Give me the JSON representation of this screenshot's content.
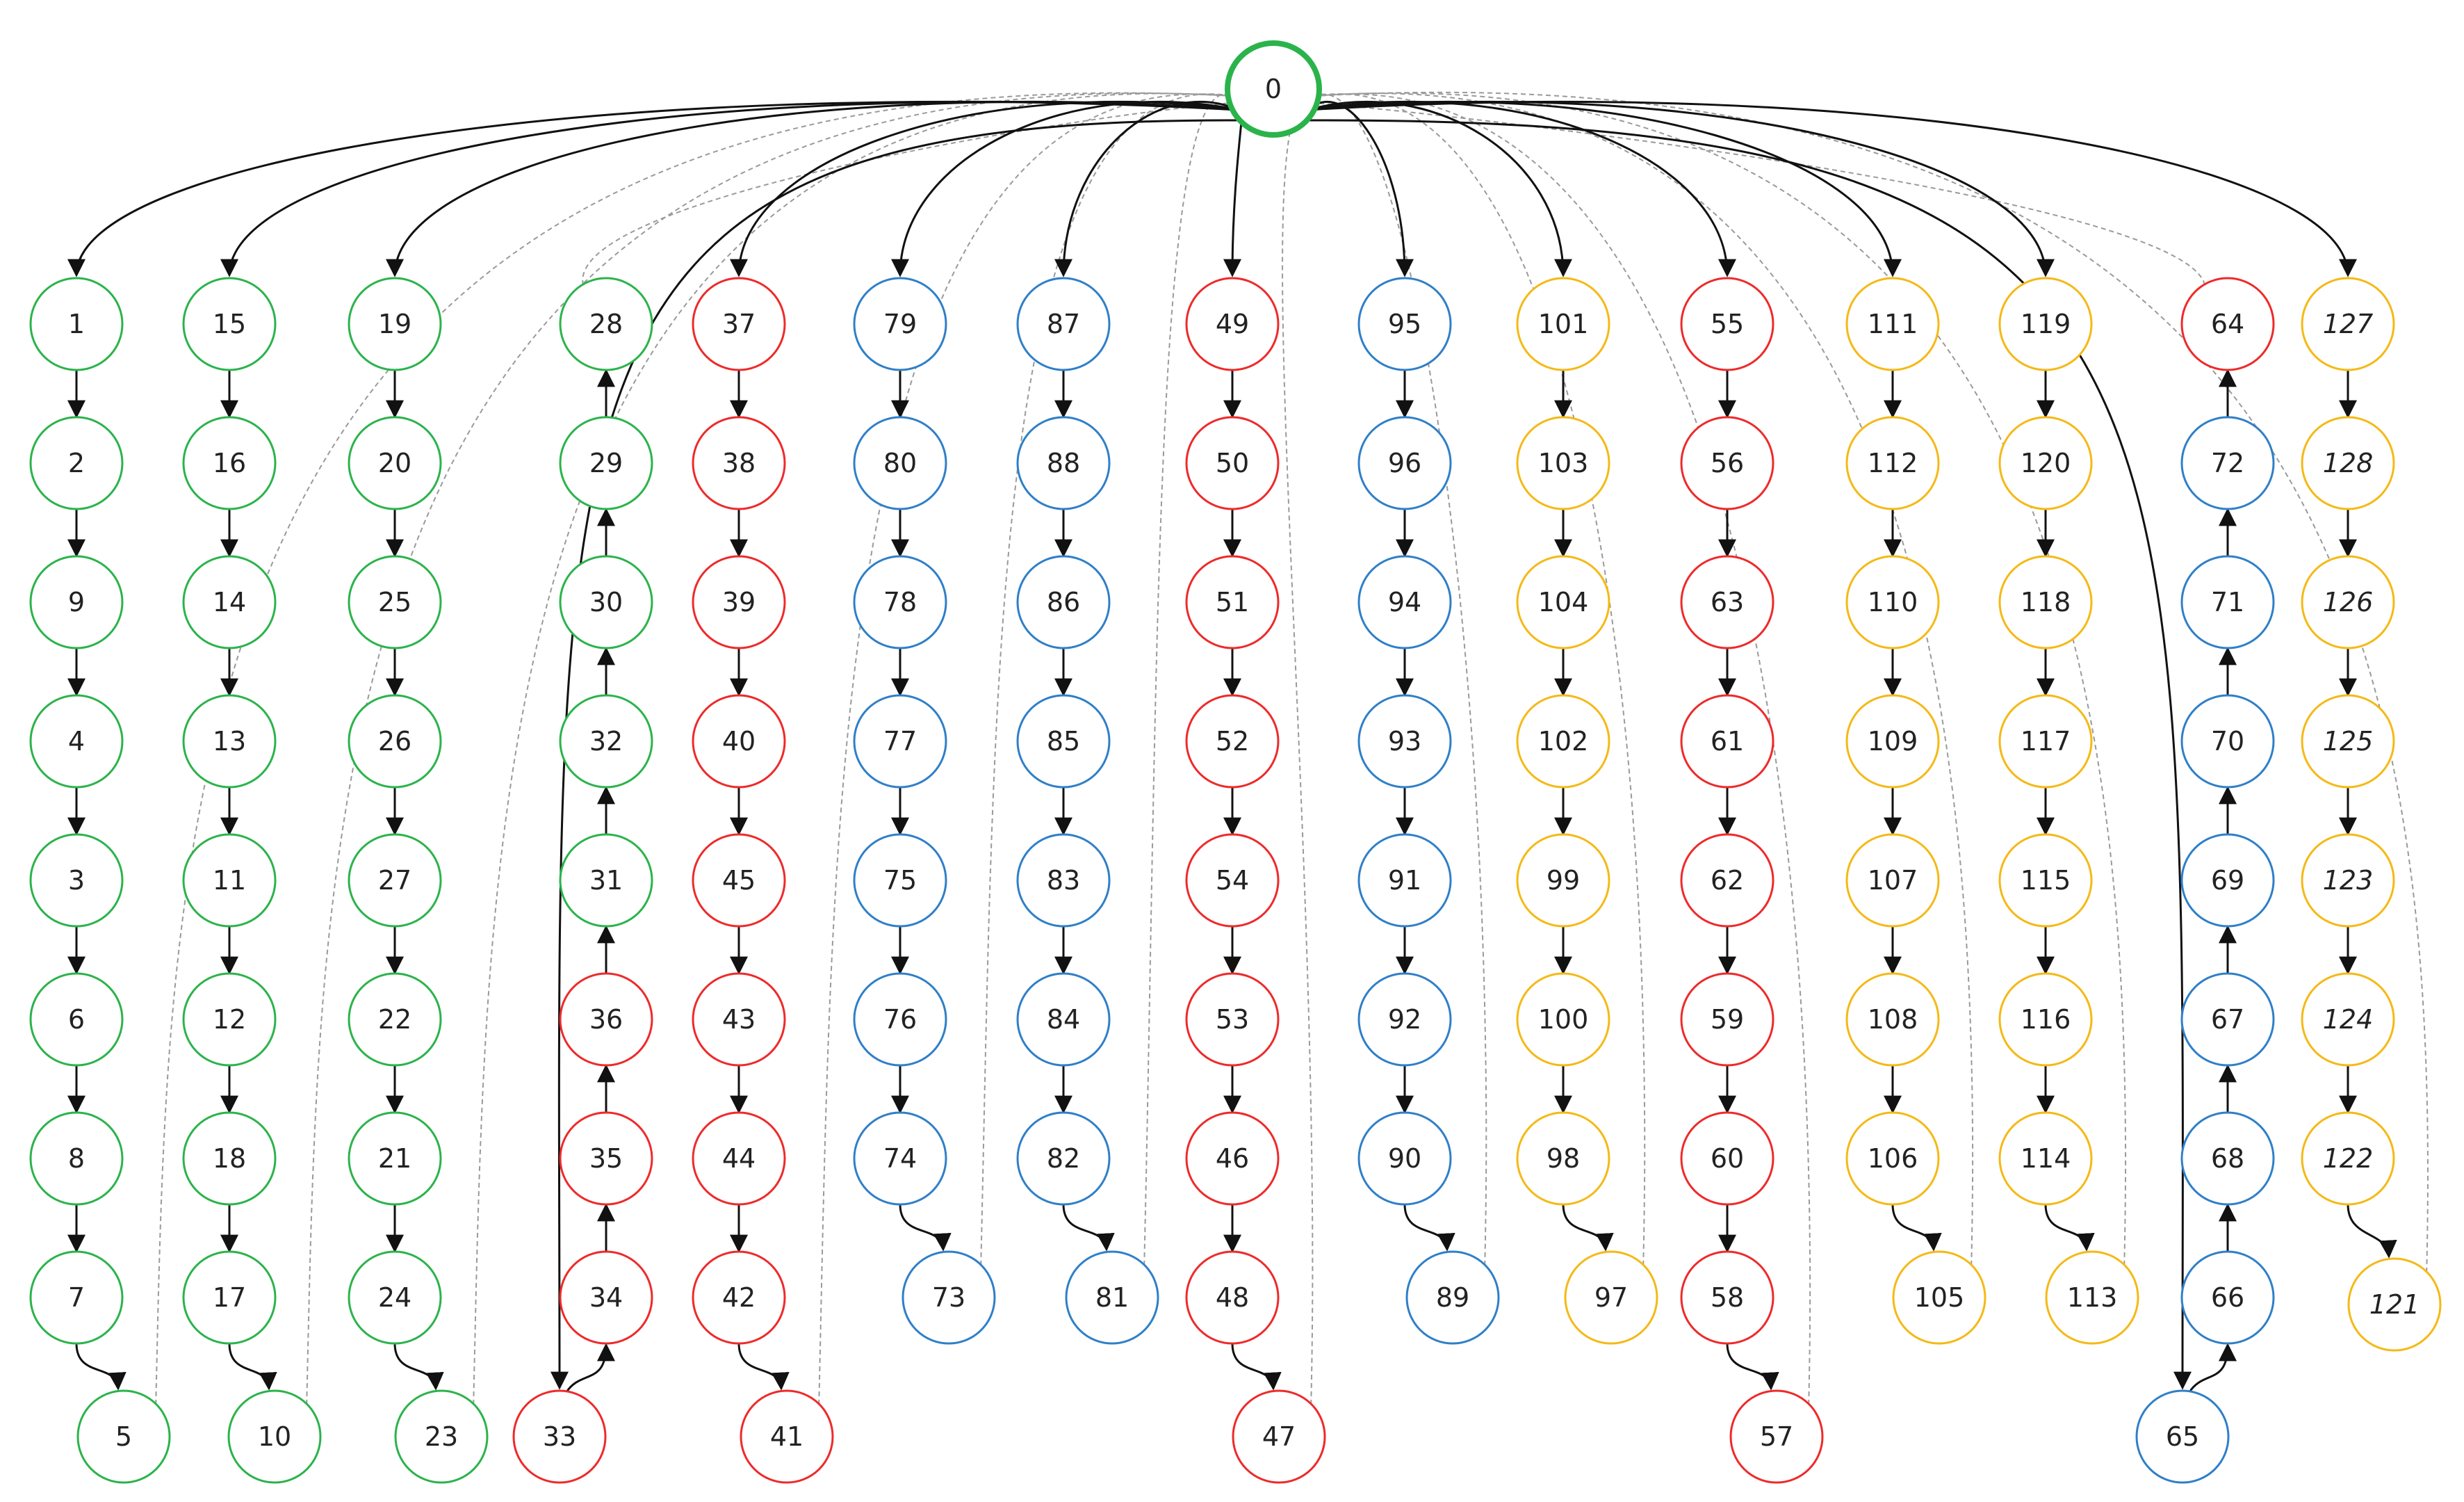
{
  "colors": {
    "green": "#2bb34b",
    "red": "#ee2a2a",
    "blue": "#2f7fc8",
    "orange": "#f5b916",
    "edge": "#111111",
    "dashed": "#9a9a9a"
  },
  "root": {
    "label": "0",
    "color": "green"
  },
  "chains": [
    {
      "dir": "down",
      "color": "green",
      "nodes": [
        "1",
        "2",
        "9",
        "4",
        "3",
        "6",
        "8",
        "7"
      ],
      "tail": "5"
    },
    {
      "dir": "down",
      "color": "green",
      "nodes": [
        "15",
        "16",
        "14",
        "13",
        "11",
        "12",
        "18",
        "17"
      ],
      "tail": "10"
    },
    {
      "dir": "down",
      "color": "green",
      "nodes": [
        "19",
        "20",
        "25",
        "26",
        "27",
        "22",
        "21",
        "24"
      ],
      "tail": "23"
    },
    {
      "dir": "up",
      "color": "green",
      "colors": [
        "green",
        "green",
        "green",
        "green",
        "green",
        "red",
        "red",
        "red"
      ],
      "nodes": [
        "28",
        "29",
        "30",
        "32",
        "31",
        "36",
        "35",
        "34"
      ],
      "tail": "33",
      "tail_color": "red"
    },
    {
      "dir": "down",
      "color": "red",
      "nodes": [
        "37",
        "38",
        "39",
        "40",
        "45",
        "43",
        "44",
        "42"
      ],
      "tail": "41"
    },
    {
      "dir": "down",
      "color": "blue",
      "nodes": [
        "79",
        "80",
        "78",
        "77",
        "75",
        "76",
        "74"
      ],
      "tail": "73"
    },
    {
      "dir": "down",
      "color": "blue",
      "nodes": [
        "87",
        "88",
        "86",
        "85",
        "83",
        "84",
        "82"
      ],
      "tail": "81"
    },
    {
      "dir": "down",
      "color": "red",
      "nodes": [
        "49",
        "50",
        "51",
        "52",
        "54",
        "53",
        "46",
        "48"
      ],
      "tail": "47"
    },
    {
      "dir": "down",
      "color": "blue",
      "nodes": [
        "95",
        "96",
        "94",
        "93",
        "91",
        "92",
        "90"
      ],
      "tail": "89"
    },
    {
      "dir": "down",
      "color": "orange",
      "nodes": [
        "101",
        "103",
        "104",
        "102",
        "99",
        "100",
        "98"
      ],
      "tail": "97"
    },
    {
      "dir": "down",
      "color": "red",
      "nodes": [
        "55",
        "56",
        "63",
        "61",
        "62",
        "59",
        "60",
        "58"
      ],
      "tail": "57"
    },
    {
      "dir": "down",
      "color": "orange",
      "nodes": [
        "111",
        "112",
        "110",
        "109",
        "107",
        "108",
        "106"
      ],
      "tail": "105"
    },
    {
      "dir": "down",
      "color": "orange",
      "nodes": [
        "119",
        "120",
        "118",
        "117",
        "115",
        "116",
        "114"
      ],
      "tail": "113"
    },
    {
      "dir": "up",
      "color": "blue",
      "colors": [
        "red",
        "blue",
        "blue",
        "blue",
        "blue",
        "blue",
        "blue",
        "blue"
      ],
      "nodes": [
        "64",
        "72",
        "71",
        "70",
        "69",
        "67",
        "68",
        "66"
      ],
      "tail": "65",
      "tail_color": "blue"
    },
    {
      "dir": "down",
      "color": "orange",
      "italic": true,
      "nodes": [
        "127",
        "128",
        "126",
        "125",
        "123",
        "124",
        "122"
      ],
      "tail": "121"
    }
  ]
}
